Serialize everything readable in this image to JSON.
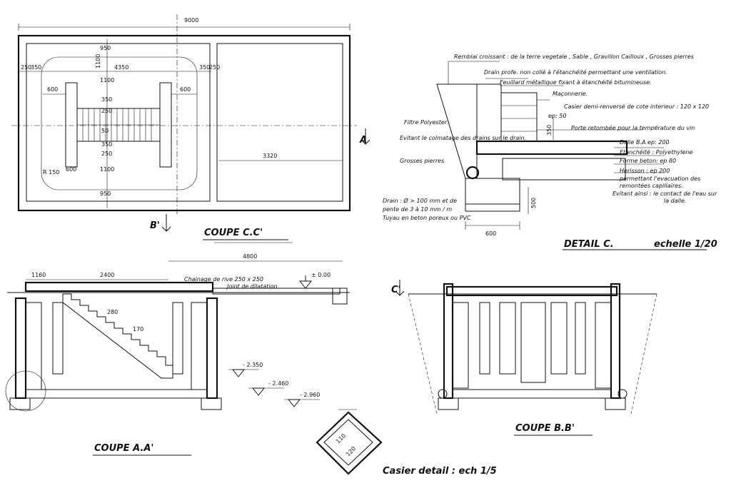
{
  "plan": {
    "title": "COUPE C.C'",
    "dims": {
      "total": "9000",
      "d950a": "950",
      "d1100a": "1100",
      "d350a": "350",
      "d250a": "250",
      "d350b": "350",
      "d250b": "250",
      "d1100b": "1100",
      "d950b": "950",
      "d350l": "350",
      "d250l": "250",
      "d4350": "4350",
      "d250r": "250",
      "d350r": "350",
      "d600l": "600",
      "d600r": "600",
      "d3320": "3320",
      "d1100c": "1100",
      "d600c": "600",
      "d50": "50",
      "r150": "R 150"
    },
    "labels": {
      "a": "A",
      "b": "B'"
    }
  },
  "detail_c": {
    "title": "DETAIL C.",
    "scale": "echelle 1/20",
    "notes": {
      "remblai": "Remblai croissant : de la terre vegetale , Sable , Gravillon Cailloux , Grosses pierres",
      "drain": "Drain profe. non collé à l'étanchéité permettant une ventilation.",
      "feuillard": "Feuillard métallique fixant à étanchéité bitumineuse.",
      "maconnerie": "Maçonnerie.",
      "casier": "Casier demi-renversé de cote interieur : 120 x 120",
      "ep50": "ep: 50",
      "porte": "Porte retombée pour la température du vin",
      "filtre": "Filtre Polyester.",
      "filtre_note": "Evitant le colmatage des drains sur le drain.",
      "grosses": "Grosses pierres",
      "dalle": "Dalle   B.A   ep: 200",
      "etanchete": "Etanchéité : Polyethylene",
      "forme": "Forme beton: ep 80",
      "herisson": "Herisson : ep 200",
      "herisson_note1": "permettant l'evacuation des",
      "herisson_note2": "remontées capillaires.",
      "herisson_note3": "Evitant ainsi : le contact de l'eau sur",
      "herisson_note4": "la dalle.",
      "drain2": "Drain : Ø > 100 mm et de",
      "drain2b": "pente de 3 à 10 mm / m",
      "drain2c": "Tuyau en beton poreux ou PVC",
      "d600": "600",
      "d350": "350",
      "d500": "500"
    }
  },
  "section_aa": {
    "title": "COUPE A.A'",
    "dims": {
      "d1160": "1160",
      "d2400": "2400",
      "d4800": "4800",
      "d280": "280",
      "d170": "170"
    },
    "chainage": "Chainage de rive   250 x 250",
    "joint": "Joint de dilatation",
    "levels": {
      "zero": "± 0.00",
      "l1": "- 2.350",
      "l2": "- 2.460",
      "l3": "- 2.960"
    },
    "label_c": "C'"
  },
  "section_bb": {
    "title": "COUPE B.B'"
  },
  "casier": {
    "title": "Casier detail : ech 1/5",
    "dims": {
      "d110": "110",
      "d120": "120"
    }
  }
}
